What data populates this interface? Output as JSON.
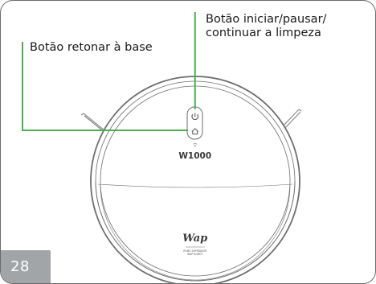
{
  "labels": {
    "return_to_base": "Botão retonar à base",
    "start_pause_line1": "Botão iniciar/pausar/",
    "start_pause_line2": "continuar a limpeza"
  },
  "robot": {
    "model": "W1000",
    "brand": "Wap",
    "tagline": "ROBÔ ASPIRADOR",
    "brand_small": "WAP ROBOT"
  },
  "page_number": "28",
  "colors": {
    "callout_line": "#4caf50",
    "page_number_bg": "#a2a5a8",
    "robot_outline": "#6e6e6e"
  }
}
